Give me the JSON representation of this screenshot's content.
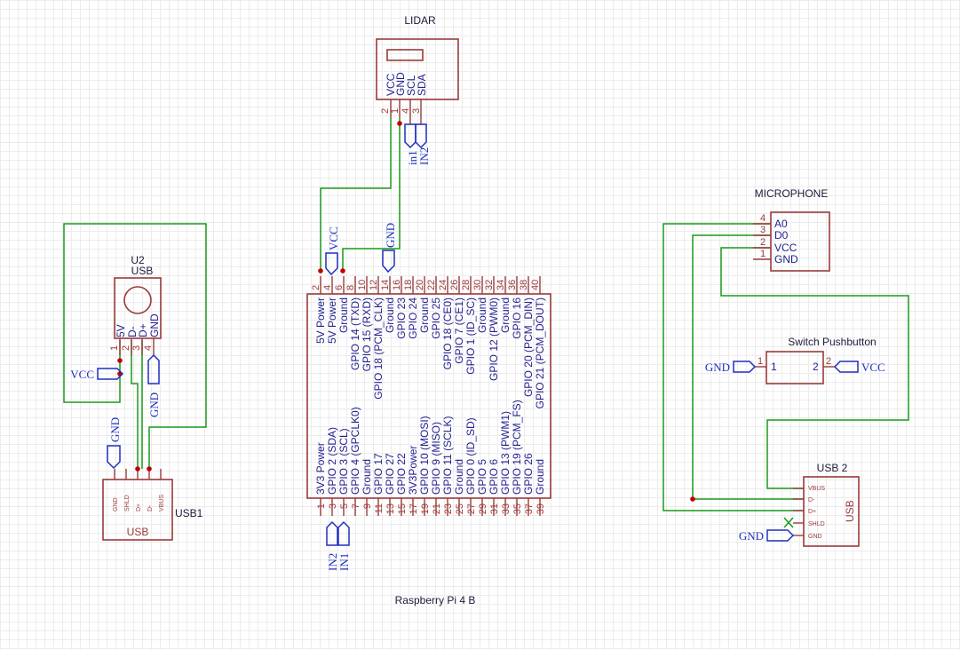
{
  "lidar": {
    "title": "LIDAR",
    "pins": [
      {
        "num": "2",
        "name": "VCC"
      },
      {
        "num": "1",
        "name": "GND"
      },
      {
        "num": "4",
        "name": "SCL"
      },
      {
        "num": "3",
        "name": "SDA"
      }
    ],
    "flags": [
      "in1",
      "IN2"
    ]
  },
  "u2": {
    "title": "U2",
    "subtitle": "USB",
    "pins": [
      {
        "num": "1",
        "name": "5V"
      },
      {
        "num": "2",
        "name": "D-"
      },
      {
        "num": "3",
        "name": "D+"
      },
      {
        "num": "4",
        "name": "GND"
      }
    ],
    "flag_vcc": "VCC",
    "flag_gnd": "GND"
  },
  "usb1": {
    "title": "USB1",
    "label": "USB",
    "pins": [
      "GND",
      "SHLD",
      "D+",
      "D-",
      "VBUS"
    ],
    "flag_gnd": "GND"
  },
  "rpi": {
    "title": "Raspberry Pi 4 B",
    "top_pins": [
      {
        "num": "2",
        "name": "5V Power"
      },
      {
        "num": "4",
        "name": "5V Power"
      },
      {
        "num": "6",
        "name": "Ground"
      },
      {
        "num": "8",
        "name": "GPIO 14 (TXD)"
      },
      {
        "num": "10",
        "name": "GPIO 15 (RXD)"
      },
      {
        "num": "12",
        "name": "GPIO 18 (PCM_CLK)"
      },
      {
        "num": "14",
        "name": "Ground"
      },
      {
        "num": "16",
        "name": "GPIO 23"
      },
      {
        "num": "18",
        "name": "GPIO 24"
      },
      {
        "num": "20",
        "name": "Ground"
      },
      {
        "num": "22",
        "name": "GPIO 25"
      },
      {
        "num": "24",
        "name": "GPIO 18 (CE0)"
      },
      {
        "num": "26",
        "name": "GPIO 7 (CE1)"
      },
      {
        "num": "28",
        "name": "GPIO 1 (ID_SC)"
      },
      {
        "num": "30",
        "name": "Ground"
      },
      {
        "num": "32",
        "name": "GPIO 12 (PWM0)"
      },
      {
        "num": "34",
        "name": "Ground"
      },
      {
        "num": "36",
        "name": "GPIO 16"
      },
      {
        "num": "38",
        "name": "GPIO 20 (PCM_DIN)"
      },
      {
        "num": "40",
        "name": "GPIO 21 (PCM_DOUT)"
      }
    ],
    "bottom_pins": [
      {
        "num": "1",
        "name": "3V3 Power"
      },
      {
        "num": "3",
        "name": "GPIO 2 (SDA)"
      },
      {
        "num": "5",
        "name": "GPIO 3 (SCL)"
      },
      {
        "num": "7",
        "name": "GPIO 4 (GPCLK0)"
      },
      {
        "num": "9",
        "name": "Ground"
      },
      {
        "num": "11",
        "name": "GPIO 17"
      },
      {
        "num": "13",
        "name": "GPIO 27"
      },
      {
        "num": "15",
        "name": "GPIO 22"
      },
      {
        "num": "17",
        "name": "3V3Power"
      },
      {
        "num": "19",
        "name": "GPIO 10 (MOSI)"
      },
      {
        "num": "21",
        "name": "GPIO 9 (MISO)"
      },
      {
        "num": "23",
        "name": "GPIO 11 (SCLK)"
      },
      {
        "num": "25",
        "name": "Ground"
      },
      {
        "num": "27",
        "name": "GPIO 0 (ID_SD)"
      },
      {
        "num": "29",
        "name": "GPIO 5"
      },
      {
        "num": "31",
        "name": "GPIO 6"
      },
      {
        "num": "33",
        "name": "GPIO 13 (PWM1)"
      },
      {
        "num": "35",
        "name": "GPIO 19 (PCM_FS)"
      },
      {
        "num": "37",
        "name": "GPIO 26"
      },
      {
        "num": "39",
        "name": "Ground"
      }
    ],
    "flag_vcc": "VCC",
    "flag_gnd": "GND",
    "flag_in2": "IN2",
    "flag_in1": "IN1"
  },
  "microphone": {
    "title": "MICROPHONE",
    "pins": [
      {
        "num": "4",
        "name": "A0"
      },
      {
        "num": "3",
        "name": "D0"
      },
      {
        "num": "2",
        "name": "VCC"
      },
      {
        "num": "1",
        "name": "GND"
      }
    ]
  },
  "switch": {
    "title": "Switch Pushbutton",
    "pin1_num": "1",
    "pin1_name": "1",
    "pin2_num": "2",
    "pin2_name": "2",
    "flag_gnd": "GND",
    "flag_vcc": "VCC"
  },
  "usb2": {
    "title": "USB 2",
    "label": "USB",
    "pins": [
      "VBUS",
      "D-",
      "D+",
      "SHLD",
      "GND"
    ],
    "flag_gnd": "GND"
  },
  "colors": {
    "wire": "#1a9a1a",
    "component": "#9b3a3a",
    "net_flag": "#1f2fbf",
    "junction": "#c00000"
  }
}
